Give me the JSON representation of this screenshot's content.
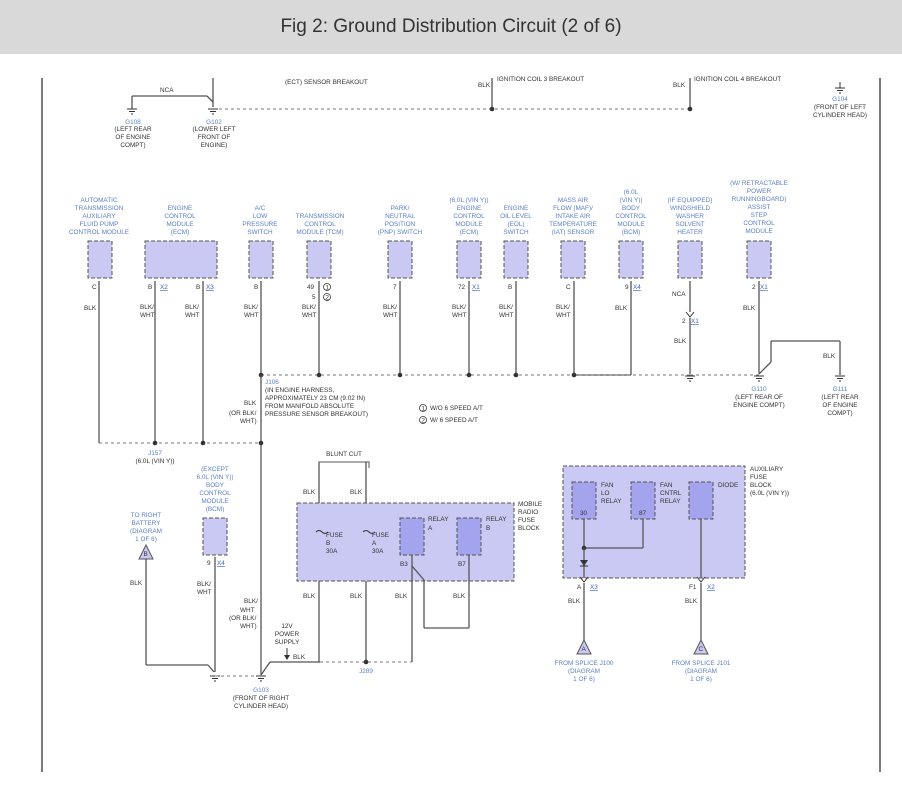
{
  "title": "Fig 2: Ground Distribution Circuit (2 of 6)",
  "top": {
    "ect": "(ECT) SENSOR BREAKOUT",
    "coil3": "IGNITION COIL 3 BREAKOUT",
    "coil4": "IGNITION COIL 4 BREAKOUT",
    "blk": "BLK",
    "nca": "NCA",
    "g108": [
      "G108",
      "(LEFT REAR",
      "OF ENGINE",
      "COMPT)"
    ],
    "g102": [
      "G102",
      "(LOWER LEFT",
      "FRONT OF",
      "ENGINE)"
    ],
    "g104": [
      "G104",
      "(FRONT OF LEFT",
      "CYLINDER HEAD)"
    ]
  },
  "components": [
    {
      "lines": [
        "AUTOMATIC",
        "TRANSMISSION",
        "AUXILIARY",
        "FLUID PUMP",
        "CONTROL MODULE"
      ],
      "pin": "C",
      "wire": [
        "BLK"
      ]
    },
    {
      "lines": [
        "ENGINE",
        "CONTROL",
        "MODULE",
        "(ECM)"
      ],
      "pin1": "B",
      "conn1": "X2",
      "pin2": "B",
      "conn2": "X3",
      "wire": [
        "BLK/",
        "WHT"
      ]
    },
    {
      "lines": [
        "A/C",
        "LOW",
        "PRESSURE",
        "SWITCH"
      ],
      "pin": "B",
      "wire": [
        "BLK/",
        "WHT"
      ]
    },
    {
      "lines": [
        "TRANSMISSION",
        "CONTROL",
        "MODULE (TCM)"
      ],
      "pin": "49",
      "pin2": "5",
      "n1": "1",
      "n2": "2",
      "wire": [
        "BLK/",
        "WHT"
      ]
    },
    {
      "lines": [
        "PARK/",
        "NEUTRAL",
        "POSITION",
        "(PNP) SWITCH"
      ],
      "pin": "7",
      "wire": [
        "BLK/",
        "WHT"
      ]
    },
    {
      "lines": [
        "(6.0L (VIN Y))",
        "ENGINE",
        "CONTROL",
        "MODULE",
        "(ECM)"
      ],
      "pin": "72",
      "conn": "X1",
      "wire": [
        "BLK/",
        "WHT"
      ]
    },
    {
      "lines": [
        "ENGINE",
        "OIL LEVEL",
        "(EOL)",
        "SWITCH"
      ],
      "pin": "B",
      "wire": [
        "BLK/",
        "WHT"
      ]
    },
    {
      "lines": [
        "MASS AIR",
        "FLOW (MAF)/",
        "INTAKE AIR",
        "TEMPERATURE",
        "(IAT) SENSOR"
      ],
      "pin": "C",
      "wire": [
        "BLK/",
        "WHT"
      ]
    },
    {
      "lines": [
        "(6.0L",
        "(VIN Y))",
        "BODY",
        "CONTROL",
        "MODULE",
        "(BCM)"
      ],
      "pin": "9",
      "conn": "X4",
      "wire": [
        "BLK"
      ]
    },
    {
      "lines": [
        "(IF EQUIPPED)",
        "WINDSHIELD",
        "WASHER",
        "SOLVENT",
        "HEATER"
      ],
      "wire": [
        "NCA"
      ],
      "pin": "2",
      "conn": "X1",
      "wire2": "BLK"
    },
    {
      "lines": [
        "(W/ RETRACTABLE",
        "POWER",
        "RUNNINGBOARD)",
        "ASSIST",
        "STEP",
        "CONTROL",
        "MODULE"
      ],
      "pin": "2",
      "conn": "X1",
      "wire": [
        "BLK"
      ]
    }
  ],
  "splices": {
    "j106": [
      "J106",
      "(IN ENGINE HARNESS,",
      "APPROXIMATELY 23 CM (9.02 IN)",
      "FROM MANIFOLD ABSOLUTE",
      "PRESSURE SENSOR BREAKOUT)"
    ],
    "j106wire": [
      "BLK",
      "/",
      "(OR BLK/",
      "WHT)"
    ],
    "j157": [
      "J157",
      "(6.0L (VIN Y))"
    ],
    "j289": "J289",
    "g110": [
      "G110",
      "(LEFT REAR OF",
      "ENGINE COMPT)"
    ],
    "g111": [
      "G111",
      "(LEFT REAR",
      "OF ENGINE",
      "COMPT)"
    ],
    "g111wire": "BLK",
    "g103": [
      "G103",
      "(FRONT OF RIGHT",
      "CYLINDER HEAD)"
    ]
  },
  "legend": {
    "n1": "1",
    "t1": "W/O 6 SPEED A/T",
    "n2": "2",
    "t2": "W/ 6 SPEED A/T"
  },
  "lower_left": {
    "battery": [
      "TO RIGHT",
      "BATTERY",
      "(DIAGRAM",
      "1 OF 6)"
    ],
    "battery_letter": "B",
    "battery_wire": "BLK",
    "bcm": [
      "(EXCEPT",
      "6.0L (VIN Y))",
      "BODY",
      "CONTROL",
      "MODULE",
      "(BCM)"
    ],
    "bcm_pin": "9",
    "bcm_conn": "X4",
    "bcm_wire": [
      "BLK/",
      "WHT"
    ],
    "main_wire": [
      "BLK/",
      "WHT",
      "(OR BLK/",
      "WHT)"
    ],
    "power": [
      "12V",
      "POWER",
      "SUPPLY"
    ],
    "power_wire": "BLK"
  },
  "mobile": {
    "blunt": "BLUNT CUT",
    "blk": "BLK",
    "label": [
      "MOBILE",
      "RADIO",
      "FUSE",
      "BLOCK"
    ],
    "fuse_b": [
      "FUSE",
      "B",
      "30A"
    ],
    "fuse_a": [
      "FUSE",
      "A",
      "30A"
    ],
    "relay_a": [
      "RELAY",
      "A"
    ],
    "relay_b": [
      "RELAY",
      "B"
    ],
    "b3": "B3",
    "b7": "B7"
  },
  "aux": {
    "label": [
      "AUXILIARY",
      "FUSE",
      "BLOCK",
      "(6.0L (VIN Y))"
    ],
    "fan_lo": [
      "FAN",
      "LO",
      "RELAY"
    ],
    "fan_cntrl": [
      "FAN",
      "CNTRL",
      "RELAY"
    ],
    "diode": "DIODE",
    "p30": "30",
    "p87": "87",
    "pin_a": "A",
    "conn_a": "X3",
    "pin_f1": "F1",
    "conn_f1": "X2",
    "blk": "BLK",
    "from_j100": [
      "FROM SPLICE J100",
      "(DIAGRAM",
      "1 OF 6)"
    ],
    "from_j101": [
      "FROM SPLICE J101",
      "(DIAGRAM",
      "1 OF 6)"
    ],
    "letter_a": "A",
    "letter_c": "C"
  },
  "colors": {
    "component_fill": "#c9c9f3",
    "relay_fill": "#a3a3ee",
    "ground_label": "#5b7fc7",
    "link": "#3a63c4",
    "titlebar": "#d9d9d9"
  }
}
